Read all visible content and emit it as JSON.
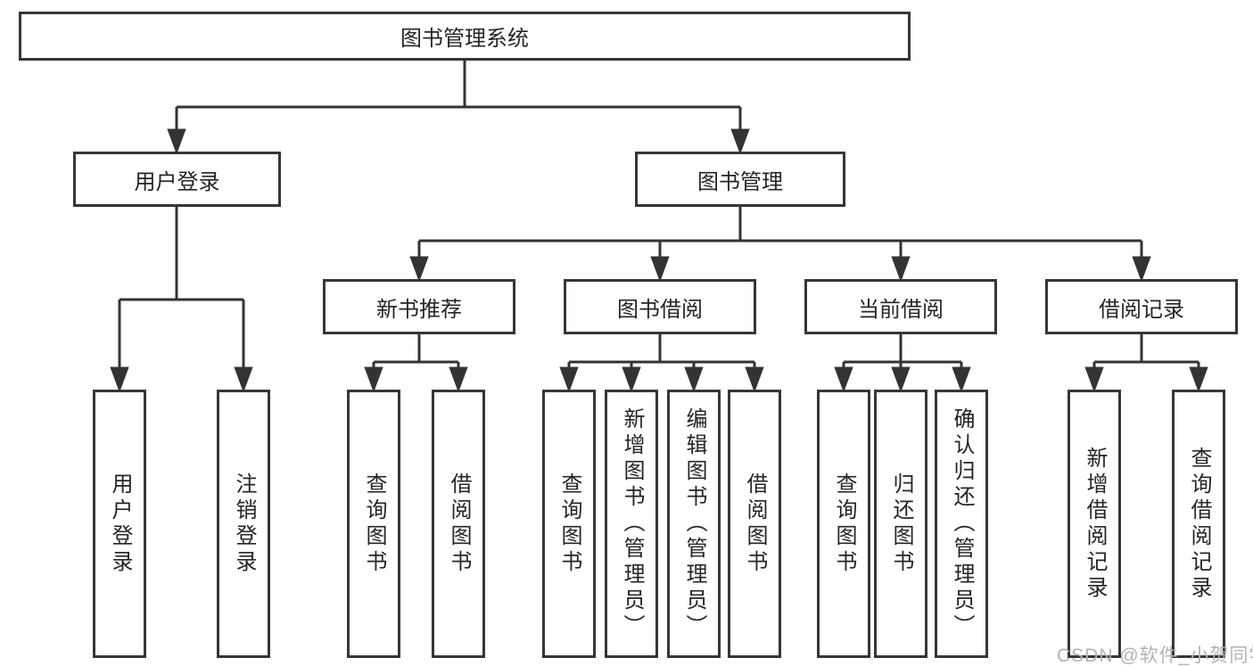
{
  "diagram": {
    "title": "图书管理系统",
    "tree": {
      "root": {
        "label": "图书管理系统"
      },
      "branches": [
        {
          "label": "用户登录",
          "children": [
            {
              "label": "用户登录"
            },
            {
              "label": "注销登录"
            }
          ]
        },
        {
          "label": "图书管理",
          "children": [
            {
              "label": "新书推荐",
              "children": [
                {
                  "label": "查询图书"
                },
                {
                  "label": "借阅图书"
                }
              ]
            },
            {
              "label": "图书借阅",
              "children": [
                {
                  "label": "查询图书"
                },
                {
                  "label": "新增图书（管理员）"
                },
                {
                  "label": "编辑图书（管理员）"
                },
                {
                  "label": "借阅图书"
                }
              ]
            },
            {
              "label": "当前借阅",
              "children": [
                {
                  "label": "查询图书"
                },
                {
                  "label": "归还图书"
                },
                {
                  "label": "确认归还（管理员）"
                }
              ]
            },
            {
              "label": "借阅记录",
              "children": [
                {
                  "label": "新增借阅记录"
                },
                {
                  "label": "查询借阅记录"
                }
              ]
            }
          ]
        }
      ]
    }
  },
  "watermark": {
    "text": "CSDN @软件_小贺同学"
  },
  "colors": {
    "line": "#333333",
    "box_border": "#363636",
    "text": "#252525",
    "background": "#ffffff",
    "watermark": "#b3b3b3"
  }
}
